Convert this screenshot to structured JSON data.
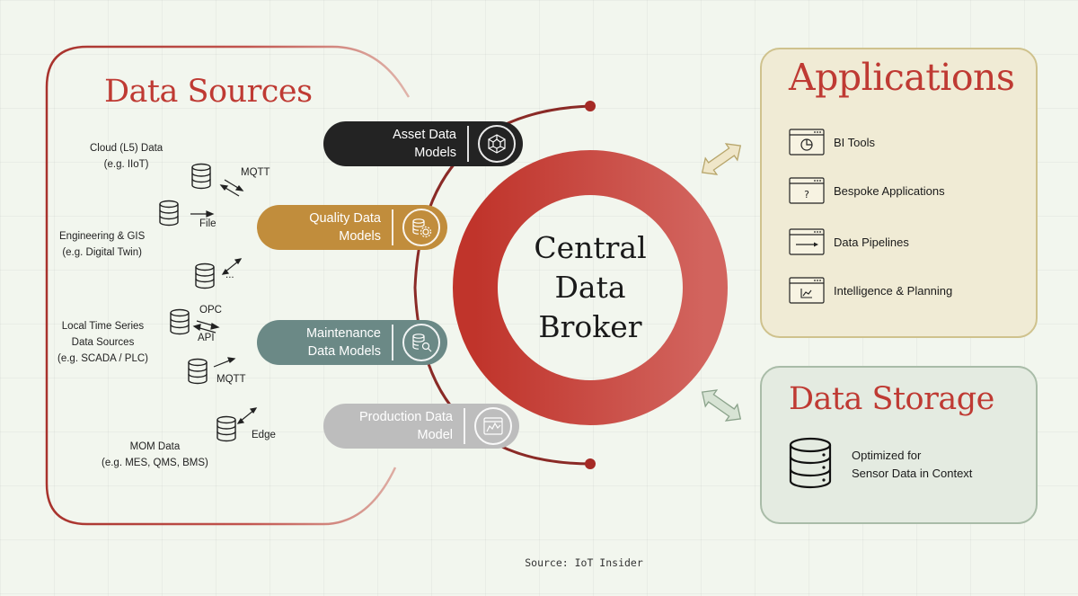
{
  "data_sources": {
    "title": "Data Sources",
    "sources": [
      {
        "label": "Cloud (L5) Data",
        "sublabel": "(e.g. IIoT)"
      },
      {
        "label": "Engineering & GIS",
        "sublabel": "(e.g. Digital Twin)"
      },
      {
        "label": "Local Time Series",
        "sublabel": "Data Sources",
        "sublabel2": "(e.g. SCADA / PLC)"
      },
      {
        "label": "MOM Data",
        "sublabel": "(e.g. MES, QMS, BMS)"
      }
    ],
    "protocols": [
      "MQTT",
      "File",
      "...",
      "OPC",
      "API",
      "MQTT",
      "Edge"
    ]
  },
  "models": [
    {
      "line1": "Asset Data",
      "line2": "Models",
      "color": "#232323",
      "icon": "network-icon"
    },
    {
      "line1": "Quality Data",
      "line2": "Models",
      "color": "#c18d3c",
      "icon": "gears-icon"
    },
    {
      "line1": "Maintenance",
      "line2": "Data Models",
      "color": "#6b8986",
      "icon": "database-wrench-icon"
    },
    {
      "line1": "Production Data",
      "line2": "Model",
      "color": "#bdbdbd",
      "icon": "chart-window-icon"
    }
  ],
  "broker": {
    "line1": "Central",
    "line2": "Data",
    "line3": "Broker",
    "color": "#c73a30"
  },
  "applications": {
    "title": "Applications",
    "items": [
      "BI Tools",
      "Bespoke Applications",
      "Data Pipelines",
      "Intelligence & Planning"
    ]
  },
  "storage": {
    "title": "Data Storage",
    "line1": "Optimized for",
    "line2": "Sensor Data in Context"
  },
  "source_note": "Source: IoT Insider"
}
